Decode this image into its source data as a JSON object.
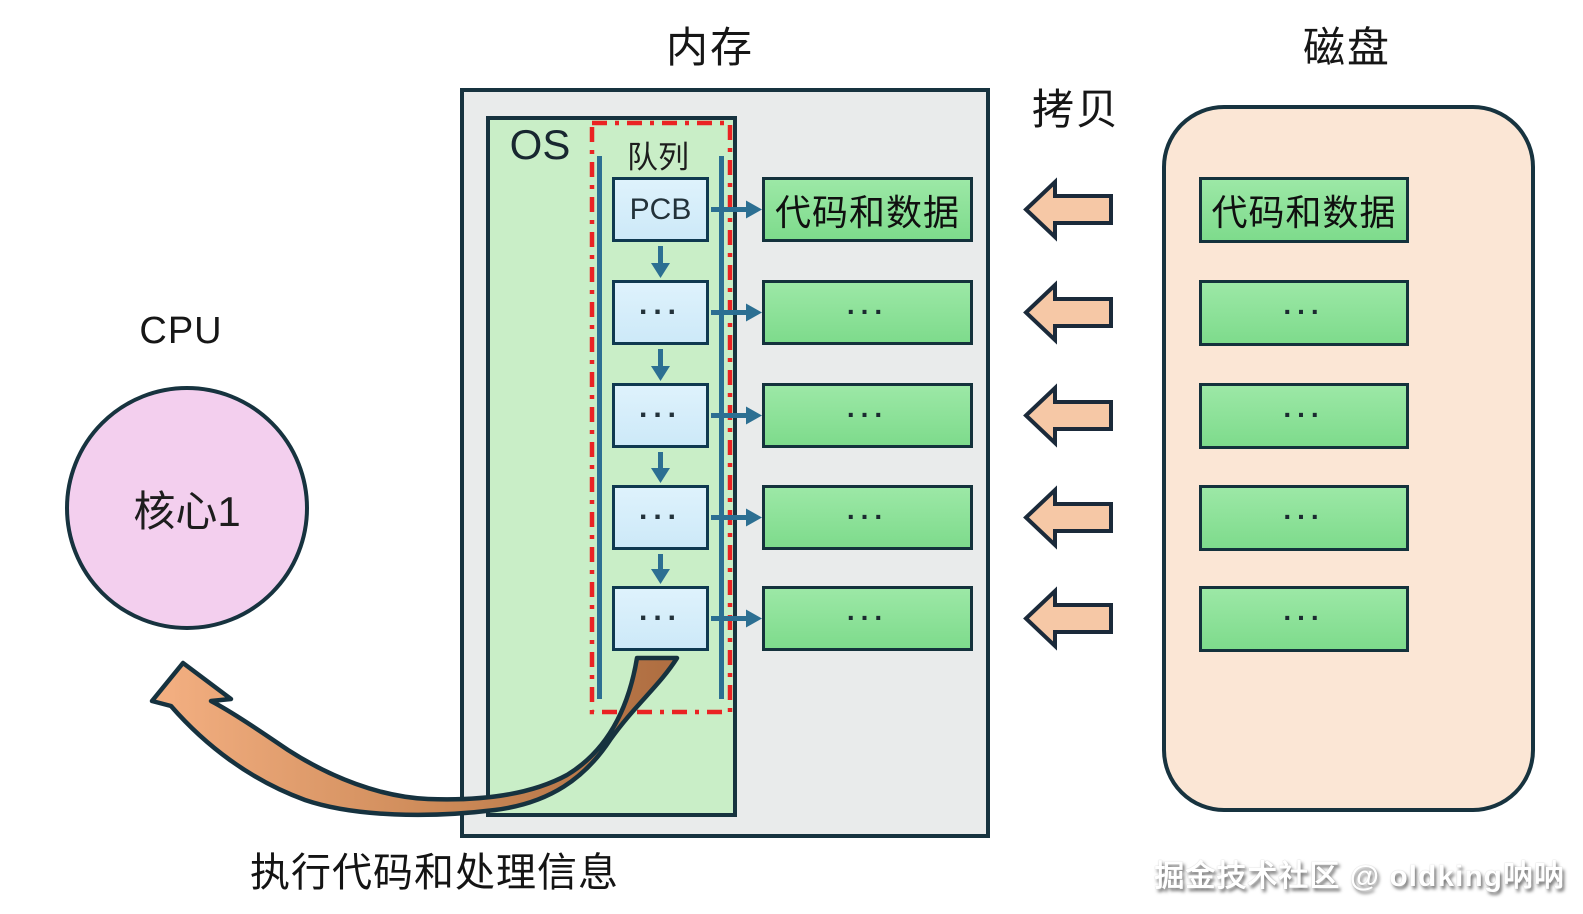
{
  "diagram": {
    "memory_title": "内存",
    "disk_title": "磁盘",
    "copy_label": "拷贝",
    "cpu_title": "CPU",
    "core_label": "核心1",
    "os_label": "OS",
    "queue_label": "队列",
    "bottom_caption": "执行代码和处理信息",
    "watermark": "掘金技术社区 @ oldking呐呐"
  },
  "queue_nodes": [
    {
      "label": "PCB"
    },
    {
      "label": "..."
    },
    {
      "label": "..."
    },
    {
      "label": "..."
    },
    {
      "label": "..."
    }
  ],
  "memory_blocks": [
    {
      "label": "代码和数据"
    },
    {
      "label": "..."
    },
    {
      "label": "..."
    },
    {
      "label": "..."
    },
    {
      "label": "..."
    }
  ],
  "disk_blocks": [
    {
      "label": "代码和数据"
    },
    {
      "label": "..."
    },
    {
      "label": "..."
    },
    {
      "label": "..."
    },
    {
      "label": "..."
    }
  ],
  "colors": {
    "outline": "#17333f",
    "memory_fill": "#e9ebeb",
    "os_fill": "#c9eec7",
    "disk_fill": "#fbe6d5",
    "queue_node_fill": "#d6edfa",
    "block_fill": "#8ce197",
    "cpu_fill": "#f3cfee",
    "connector_teal": "#2c6f92",
    "queue_dash_red": "#ea2323",
    "copy_arrow_fill": "#f6c8a6",
    "swoosh_head": "#f2ae80",
    "swoosh_tail": "#b06f42"
  }
}
